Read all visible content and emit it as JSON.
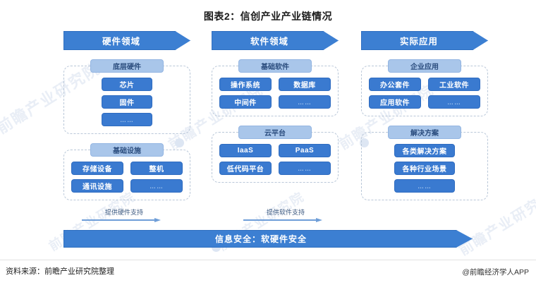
{
  "title": "图表2：信创产业产业链情况",
  "colors": {
    "header_arrow": "#3c7fd2",
    "group_label": "#a9c6ea",
    "chip": "#3a7ad0",
    "dashed_border": "#b9c7d8",
    "support_arrow": "#6f9ed8",
    "security_banner": "#3c7fd2"
  },
  "columns": [
    {
      "header": "硬件领域",
      "groups": [
        {
          "label": "底层硬件",
          "layout": "single",
          "items": [
            "芯片",
            "固件",
            "……"
          ]
        },
        {
          "label": "基础设施",
          "layout": "grid2",
          "items": [
            "存储设备",
            "整机",
            "通讯设施",
            "……"
          ]
        }
      ]
    },
    {
      "header": "软件领域",
      "groups": [
        {
          "label": "基础软件",
          "layout": "grid2",
          "items": [
            "操作系统",
            "数据库",
            "中间件",
            "……"
          ]
        },
        {
          "label": "云平台",
          "layout": "grid2",
          "items": [
            "IaaS",
            "PaaS",
            "低代码平台",
            "……"
          ]
        }
      ]
    },
    {
      "header": "实际应用",
      "groups": [
        {
          "label": "企业应用",
          "layout": "grid2",
          "items": [
            "办公套件",
            "工业软件",
            "应用软件",
            "……"
          ]
        },
        {
          "label": "解决方案",
          "layout": "single",
          "items": [
            "各类解决方案",
            "各种行业场景",
            "……"
          ]
        }
      ]
    }
  ],
  "supports": [
    {
      "label": "提供硬件支持"
    },
    {
      "label": "提供软件支持"
    }
  ],
  "security_banner": "信息安全：软硬件安全",
  "footer": {
    "source": "资料来源：前瞻产业研究院整理",
    "attribution": "@前瞻经济学人APP"
  },
  "watermark": {
    "text": "前瞻产业研究院",
    "short": "前瞻产业研究院"
  }
}
